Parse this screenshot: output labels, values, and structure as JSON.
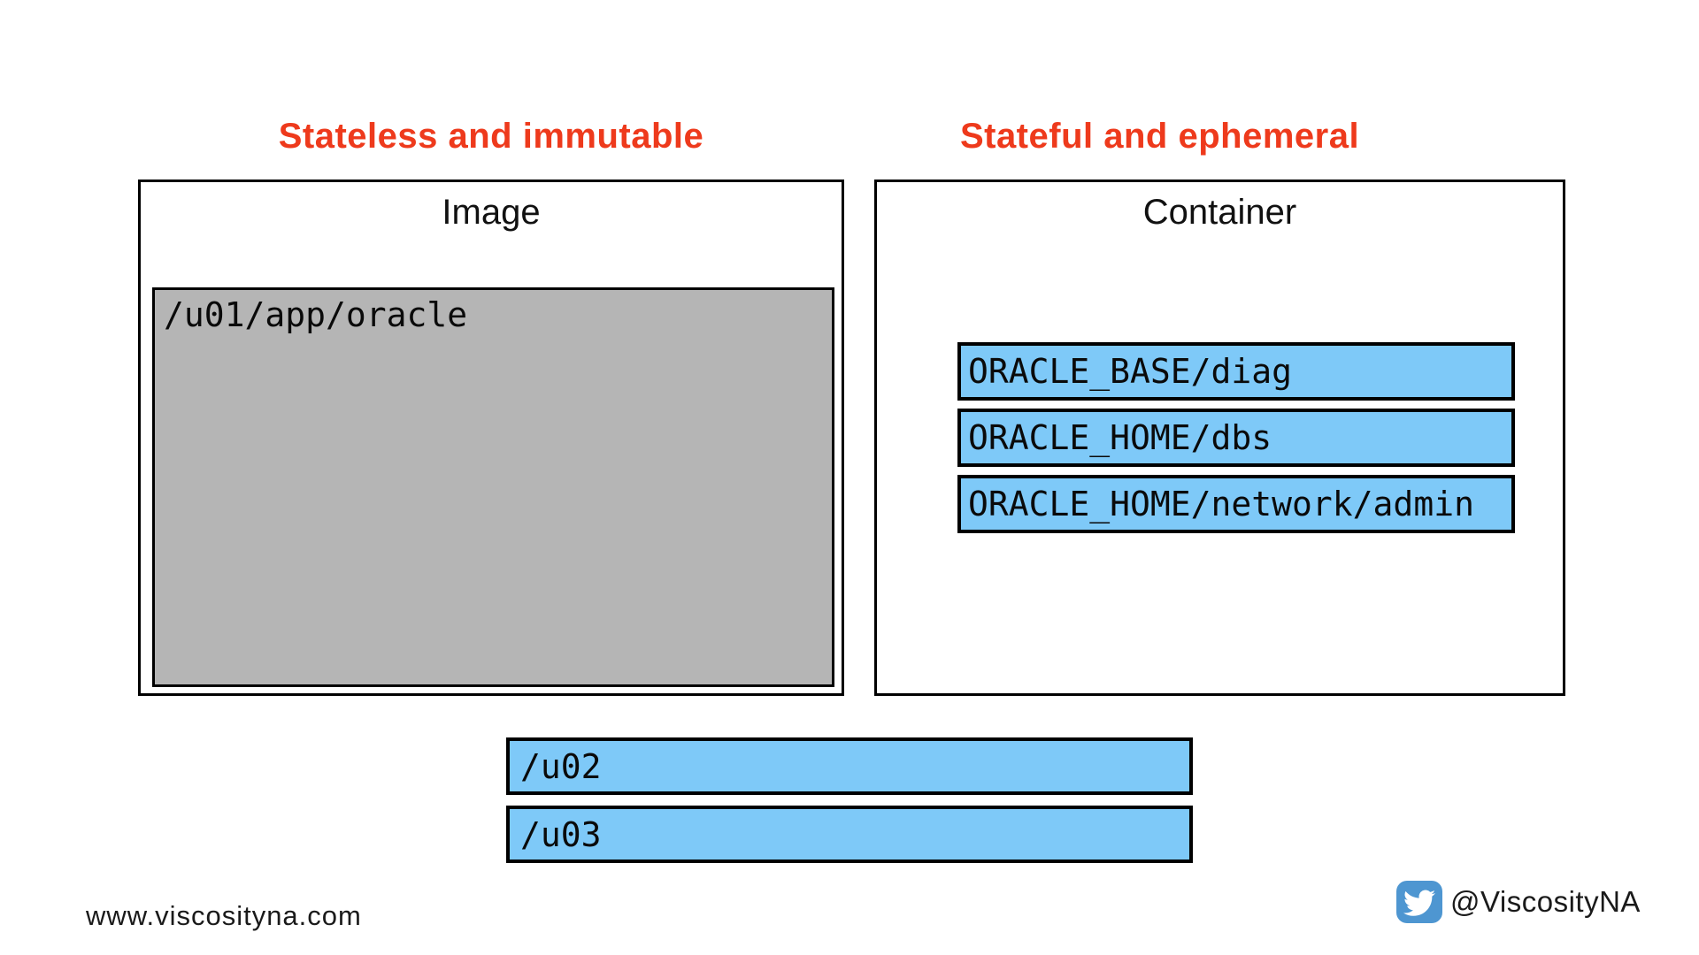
{
  "colors": {
    "accent_red": "#EE3A1C",
    "blue_fill": "#7EC9F8",
    "gray_fill": "#B5B5B5",
    "border_black": "#000000",
    "twitter_blue": "#4E96D1"
  },
  "left_panel": {
    "heading": "Stateless and immutable",
    "box_label": "Image",
    "inner_box": {
      "label": "/u01/app/oracle"
    }
  },
  "right_panel": {
    "heading": "Stateful and ephemeral",
    "box_label": "Container",
    "items": [
      "ORACLE_BASE/diag",
      "ORACLE_HOME/dbs",
      "ORACLE_HOME/network/admin"
    ]
  },
  "volumes": [
    "/u02",
    "/u03"
  ],
  "footer": {
    "website": "www.viscosityna.com",
    "twitter_handle": "@ViscosityNA",
    "twitter_icon": "twitter-bird-icon"
  }
}
